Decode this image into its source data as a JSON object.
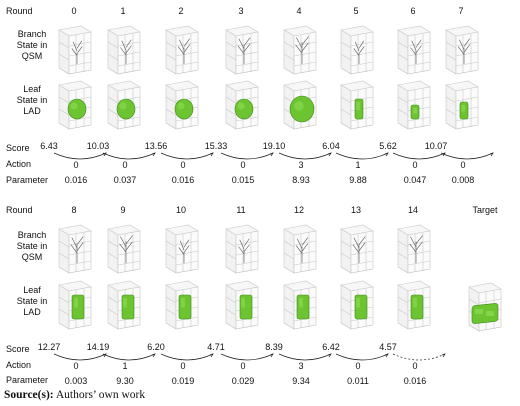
{
  "row_labels": {
    "round": "Round",
    "branch": [
      "Branch",
      "State in",
      "QSM"
    ],
    "leaf": [
      "Leaf",
      "State in",
      "LAD"
    ],
    "score": "Score",
    "action": "Action",
    "parameter": "Parameter"
  },
  "top": {
    "rounds": [
      "0",
      "1",
      "2",
      "3",
      "4",
      "5",
      "6",
      "7"
    ],
    "scores": [
      "6.43",
      "10.03",
      "13.56",
      "15.33",
      "19.10",
      "6.04",
      "5.62",
      "10.07"
    ],
    "actions": [
      "0",
      "0",
      "0",
      "0",
      "3",
      "1",
      "0",
      "0"
    ],
    "parameters": [
      "0.016",
      "0.037",
      "0.016",
      "0.015",
      "8.93",
      "9.88",
      "0.047",
      "0.008"
    ]
  },
  "bottom": {
    "rounds": [
      "8",
      "9",
      "10",
      "11",
      "12",
      "13",
      "14"
    ],
    "target_label": "Target",
    "scores": [
      "12.27",
      "14.19",
      "6.20",
      "4.71",
      "8.39",
      "6.42",
      "4.57"
    ],
    "actions": [
      "0",
      "1",
      "0",
      "0",
      "3",
      "0",
      "0"
    ],
    "parameters": [
      "0.003",
      "9.30",
      "0.019",
      "0.029",
      "9.34",
      "0.011",
      "0.016"
    ]
  },
  "source": {
    "label": "Source(s):",
    "text": " Authors’ own work"
  },
  "colors": {
    "leaf_green": "#6cc431",
    "leaf_dark": "#3f8a1c",
    "branch_gray": "#555555",
    "grid": "#c8c8c8"
  }
}
